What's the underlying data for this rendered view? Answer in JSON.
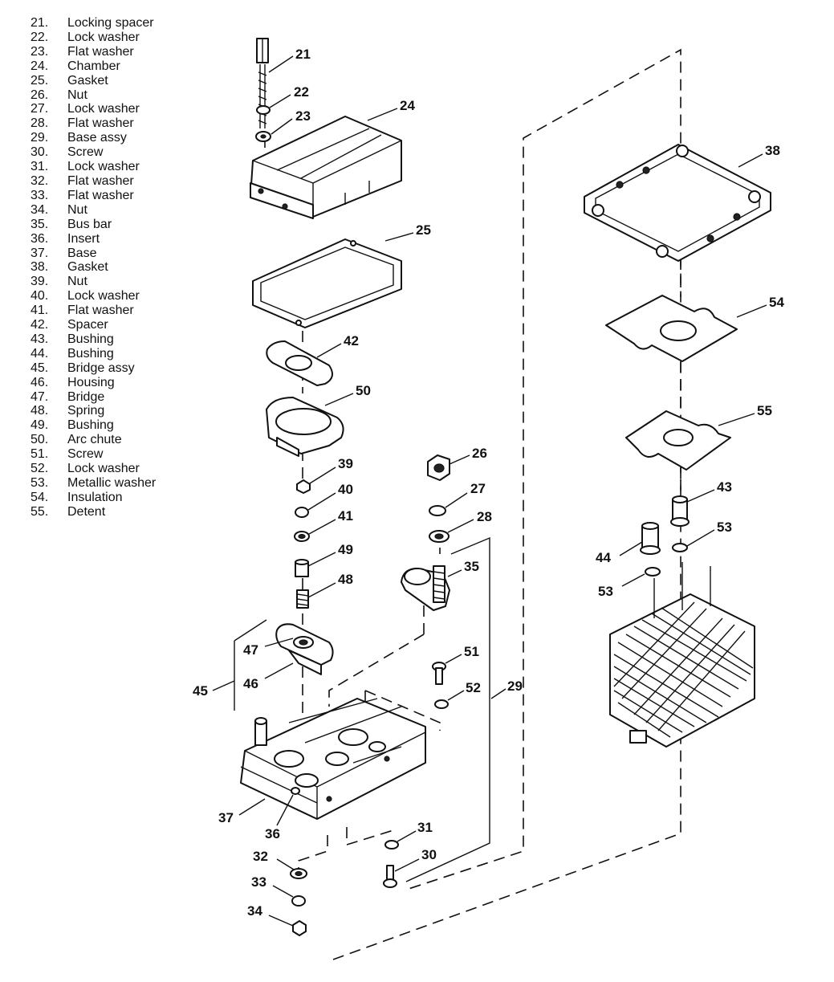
{
  "legend": [
    {
      "num": "21.",
      "name": "Locking spacer"
    },
    {
      "num": "22.",
      "name": "Lock washer"
    },
    {
      "num": "23.",
      "name": "Flat washer"
    },
    {
      "num": "24.",
      "name": "Chamber"
    },
    {
      "num": "25.",
      "name": "Gasket"
    },
    {
      "num": "26.",
      "name": "Nut"
    },
    {
      "num": "27.",
      "name": "Lock washer"
    },
    {
      "num": "28.",
      "name": "Flat washer"
    },
    {
      "num": "29.",
      "name": "Base assy"
    },
    {
      "num": "30.",
      "name": "Screw"
    },
    {
      "num": "31.",
      "name": "Lock washer"
    },
    {
      "num": "32.",
      "name": "Flat washer"
    },
    {
      "num": "33.",
      "name": "Flat washer"
    },
    {
      "num": "34.",
      "name": "Nut"
    },
    {
      "num": "35.",
      "name": "Bus bar"
    },
    {
      "num": "36.",
      "name": "Insert"
    },
    {
      "num": "37.",
      "name": "Base"
    },
    {
      "num": "38.",
      "name": "Gasket"
    },
    {
      "num": "39.",
      "name": "Nut"
    },
    {
      "num": "40.",
      "name": "Lock washer"
    },
    {
      "num": "41.",
      "name": "Flat washer"
    },
    {
      "num": "42.",
      "name": "Spacer"
    },
    {
      "num": "43.",
      "name": "Bushing"
    },
    {
      "num": "44.",
      "name": "Bushing"
    },
    {
      "num": "45.",
      "name": "Bridge assy"
    },
    {
      "num": "46.",
      "name": "Housing"
    },
    {
      "num": "47.",
      "name": "Bridge"
    },
    {
      "num": "48.",
      "name": "Spring"
    },
    {
      "num": "49.",
      "name": "Bushing"
    },
    {
      "num": "50.",
      "name": "Arc chute"
    },
    {
      "num": "51.",
      "name": "Screw"
    },
    {
      "num": "52.",
      "name": "Lock washer"
    },
    {
      "num": "53.",
      "name": "Metallic washer"
    },
    {
      "num": "54.",
      "name": "Insulation"
    },
    {
      "num": "55.",
      "name": "Detent"
    }
  ],
  "callouts": {
    "c21": "21",
    "c22": "22",
    "c23": "23",
    "c24": "24",
    "c25": "25",
    "c26": "26",
    "c27": "27",
    "c28": "28",
    "c29": "29",
    "c30": "30",
    "c31": "31",
    "c32": "32",
    "c33": "33",
    "c34": "34",
    "c35": "35",
    "c36": "36",
    "c37": "37",
    "c38": "38",
    "c39": "39",
    "c40": "40",
    "c41": "41",
    "c42": "42",
    "c43": "43",
    "c44": "44",
    "c45": "45",
    "c46": "46",
    "c47": "47",
    "c48": "48",
    "c49": "49",
    "c50": "50",
    "c51": "51",
    "c52": "52",
    "c53a": "53",
    "c53b": "53",
    "c54": "54",
    "c55": "55"
  }
}
